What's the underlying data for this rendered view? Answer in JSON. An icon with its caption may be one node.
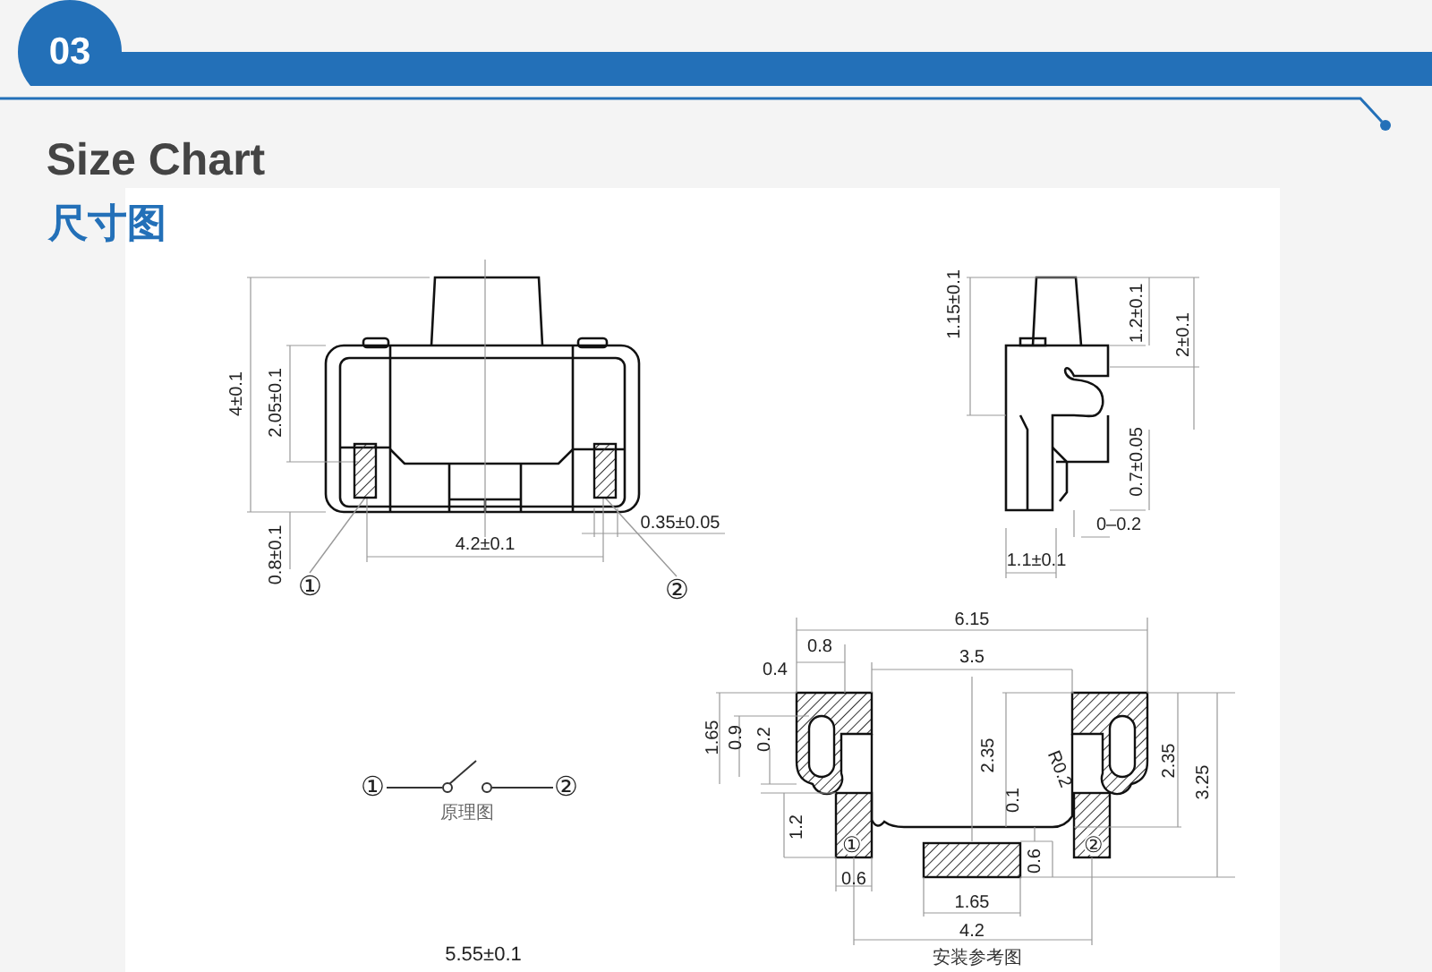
{
  "diagram": {
    "title": "Size Chart",
    "nodes": [
      {
        "text": [],
        "shape": "box"
      },
      {
        "text": [],
        "shape": "box"
      },
      {
        "text": [
          "①"
        ]
      },
      {
        "text": [
          "②"
        ]
      }
    ],
    "edges": [
      {
        "from": 2,
        "to": 0,
        "arrow": "none"
      },
      {
        "from": 3,
        "to": 1,
        "arrow": "none"
      }
    ],
    "labels": [
      "03",
      "尺寸图",
      "4±0.1",
      "2.05±0.1",
      "0.8±0.1",
      "4.2±0.1",
      "0.35±0.05",
      "1.15±0.1",
      "1.2±0.1",
      "2±0.1",
      "0.7±0.05",
      "0–0.2",
      "1.1±0.1",
      "6.15",
      "0.8",
      "0.4",
      "3.5",
      "1.65",
      "0.9",
      "0.2",
      "2.35",
      "0.1",
      "R0.2",
      "2.35",
      "3.25",
      "1.2",
      "①",
      "②",
      "0.6",
      "0.6",
      "1.65",
      "4.2",
      "安装参考图",
      "①",
      "②",
      "原理图",
      "5.55±0.1"
    ]
  }
}
